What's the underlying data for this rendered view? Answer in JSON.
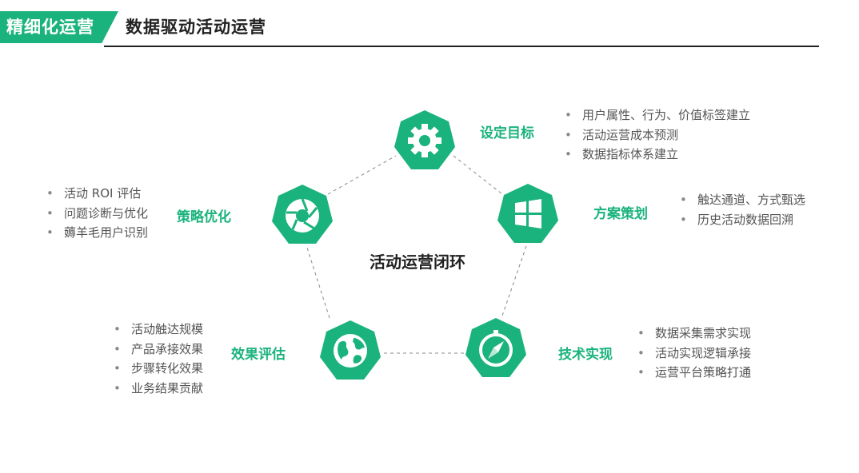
{
  "header": {
    "tag": "精细化运营",
    "title": "数据驱动活动运营"
  },
  "center_label": "活动运营闭环",
  "colors": {
    "accent": "#1bb37d",
    "text": "#555555",
    "dash": "#888888"
  },
  "nodes": [
    {
      "id": "goal",
      "icon": "gear-icon",
      "label": "设定目标",
      "bullets": [
        "用户属性、行为、价值标签建立",
        "活动运营成本预测",
        "数据指标体系建立"
      ]
    },
    {
      "id": "plan",
      "icon": "windows-icon",
      "label": "方案策划",
      "bullets": [
        "触达通道、方式甄选",
        "历史活动数据回溯"
      ]
    },
    {
      "id": "tech",
      "icon": "compass-icon",
      "label": "技术实现",
      "bullets": [
        "数据采集需求实现",
        "活动实现逻辑承接",
        "运营平台策略打通"
      ]
    },
    {
      "id": "eval",
      "icon": "globe-icon",
      "label": "效果评估",
      "bullets": [
        "活动触达规模",
        "产品承接效果",
        "步骤转化效果",
        "业务结果贡献"
      ]
    },
    {
      "id": "optimize",
      "icon": "aperture-icon",
      "label": "策略优化",
      "bullets": [
        "活动 ROI 评估",
        "问题诊断与优化",
        "薅羊毛用户识别"
      ]
    }
  ]
}
